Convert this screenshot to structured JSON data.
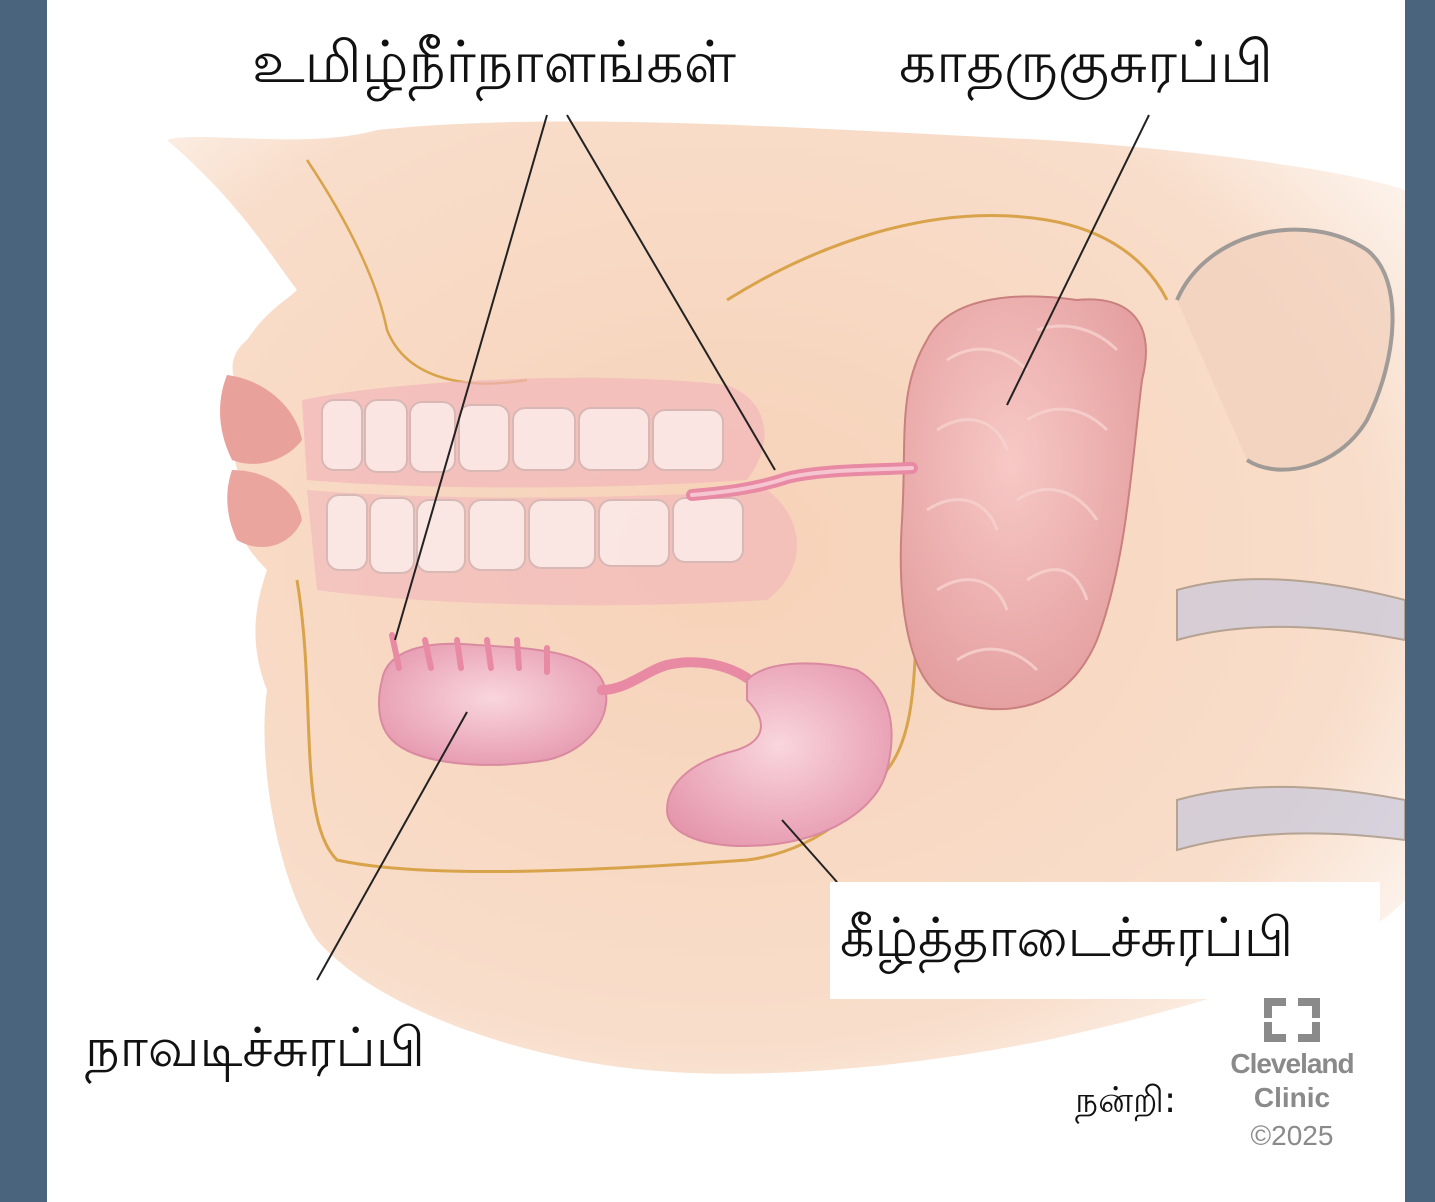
{
  "labels": {
    "ducts": "உமிழ்நீர்நாளங்கள்",
    "parotid": "காதருகுசுரப்பி",
    "sublingual": "நாவடிச்சுரப்பி",
    "submandibular": "கீழ்த்தாடைச்சுரப்பி"
  },
  "credit": {
    "prefix": "நன்றி:",
    "logo_line1": "Cleveland",
    "logo_line2": "Clinic",
    "logo_line3": "©2025"
  },
  "colors": {
    "frame": "#4b647d",
    "skin": "#f7dcc4",
    "gland": "#eba7a9",
    "duct": "#e98fa6",
    "leader": "#222222"
  }
}
